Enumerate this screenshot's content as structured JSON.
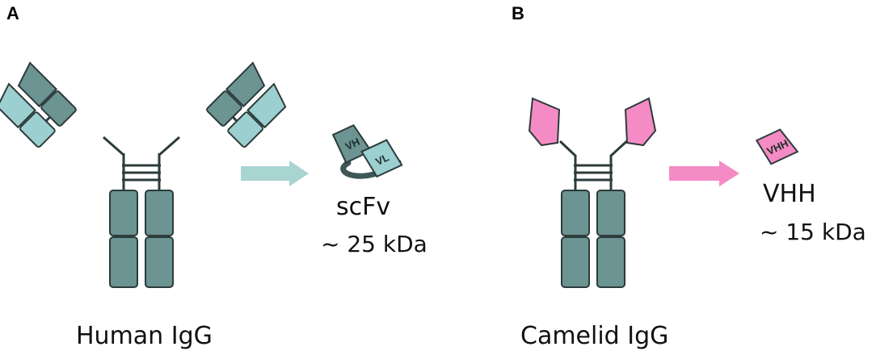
{
  "panels": {
    "a": {
      "letter": "A",
      "caption": "Human IgG",
      "fragment_name": "scFv",
      "fragment_size": "~ 25 kDa",
      "domain_heavy": "VH",
      "domain_light": "VL"
    },
    "b": {
      "letter": "B",
      "caption": "Camelid IgG",
      "fragment_name": "VHH",
      "fragment_size": "~ 15 kDa",
      "domain_single": "VHH"
    }
  },
  "colors": {
    "heavy_chain": "#6b9492",
    "light_chain": "#9ccfd0",
    "vhh_pink": "#f58bc4",
    "outline": "#2c3b3b",
    "arrow_a": "#a8d4d2",
    "arrow_b": "#f58bc4"
  }
}
